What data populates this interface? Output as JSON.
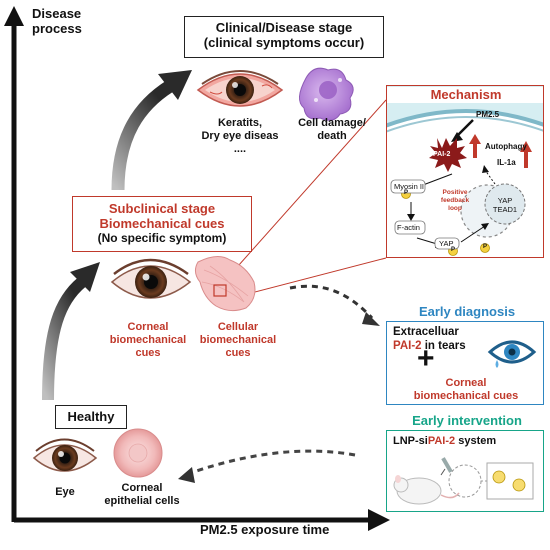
{
  "axes": {
    "y_label": "Disease process",
    "x_label": "PM2.5 exposure time"
  },
  "clinical": {
    "title_line1": "Clinical/Disease stage",
    "title_line2": "(clinical symptoms occur)",
    "keratitis": "Keratits,",
    "dry_eye": "Dry eye diseas",
    "ellipsis": "....",
    "cell_damage": "Cell damage/",
    "death": "death"
  },
  "subclinical": {
    "title_line1": "Subclinical stage",
    "title_line2": "Biomechanical cues",
    "title_line3": "(No specific symptom)",
    "corneal_l1": "Corneal",
    "corneal_l2": "biomechanical",
    "corneal_l3": "cues",
    "cellular_l1": "Cellular",
    "cellular_l2": "biomechanical",
    "cellular_l3": "cues"
  },
  "mechanism": {
    "title": "Mechanism",
    "pm25": "PM2.5",
    "pai2": "PAI-2",
    "autophagy": "Autophagy",
    "il1a": "IL-1a",
    "myosin": "Myosin II",
    "factin": "F-actin",
    "yap": "YAP",
    "yap_tead_l1": "YAP",
    "yap_tead_l2": "TEAD1",
    "feedback_l1": "Positive",
    "feedback_l2": "feedback",
    "feedback_l3": "loop",
    "p": "P"
  },
  "diagnosis": {
    "title": "Early diagnosis",
    "line1": "Extracelluar",
    "pai2": "PAI-2",
    "in_tears": " in tears",
    "plus": "+",
    "corneal_l1": "Corneal",
    "corneal_l2": "biomechanical cues"
  },
  "intervention": {
    "title": "Early intervention",
    "prefix": "LNP-si",
    "pai2": "PAI-2",
    "suffix": " system"
  },
  "healthy": {
    "title": "Healthy",
    "eye": "Eye",
    "cells_l1": "Corneal",
    "cells_l2": "epithelial cells"
  },
  "colors": {
    "accent_red": "#c0392b",
    "diagnosis_blue": "#2e86c1",
    "intervention_teal": "#17a589",
    "arrow_dark": "#333333"
  }
}
